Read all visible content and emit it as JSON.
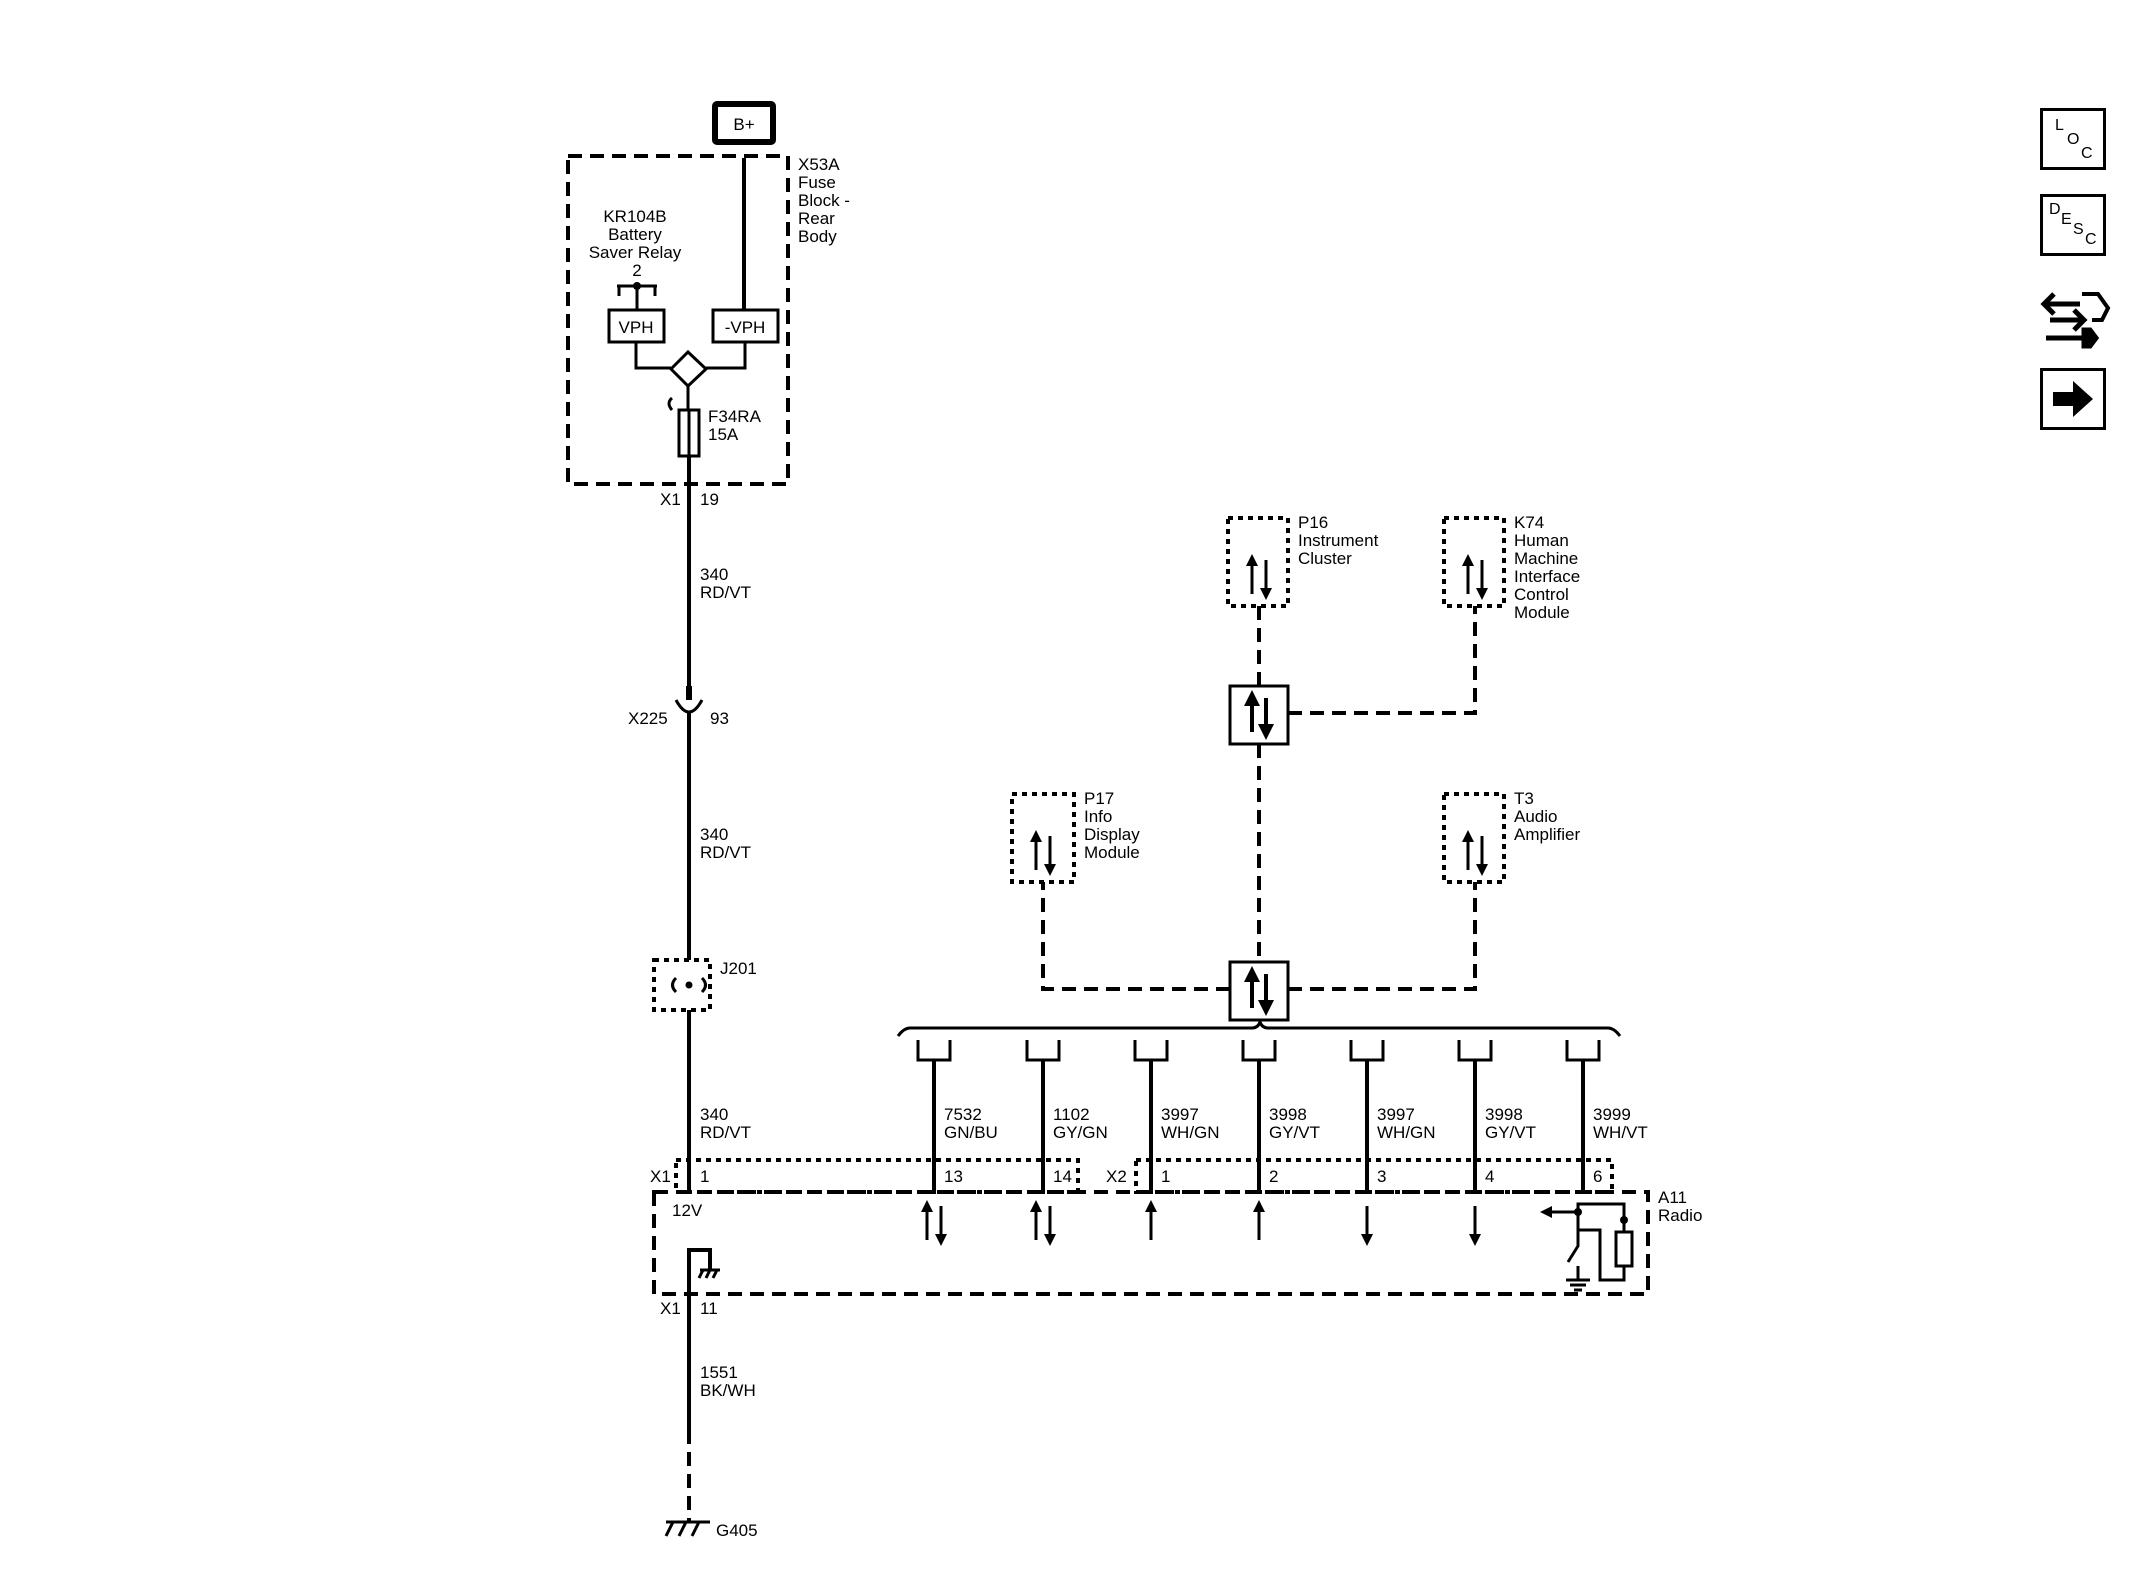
{
  "power": {
    "source": "B+"
  },
  "fuse_block": {
    "ref": "X53A",
    "name": [
      "Fuse",
      "Block -",
      "Rear",
      "Body"
    ]
  },
  "relay": {
    "ref": "KR104B",
    "name": [
      "Battery",
      "Saver Relay"
    ],
    "pin": "2",
    "vph": "VPH",
    "neg_vph": "-VPH"
  },
  "fuse": {
    "ref": "F34RA",
    "rating": "15A"
  },
  "connector_x1_top": {
    "ref": "X1",
    "pin": "19"
  },
  "wire_a": {
    "circuit": "340",
    "color": "RD/VT"
  },
  "inline_connector": {
    "ref": "X225",
    "pin": "93"
  },
  "wire_b": {
    "circuit": "340",
    "color": "RD/VT"
  },
  "splice": {
    "ref": "J201"
  },
  "wire_c": {
    "circuit": "340",
    "color": "RD/VT"
  },
  "radio": {
    "ref": "A11",
    "name": "Radio",
    "x1": "X1",
    "x1_pin_power": "1",
    "power_label": "12V",
    "x2": "X2",
    "ground_connector": "X1",
    "ground_pin": "11"
  },
  "ground_wire": {
    "circuit": "1551",
    "color": "BK/WH"
  },
  "ground": {
    "ref": "G405"
  },
  "modules": {
    "p16": {
      "ref": "P16",
      "name": [
        "Instrument",
        "Cluster"
      ]
    },
    "k74": {
      "ref": "K74",
      "name": [
        "Human",
        "Machine",
        "Interface",
        "Control",
        "Module"
      ]
    },
    "p17": {
      "ref": "P17",
      "name": [
        "Info",
        "Display",
        "Module"
      ]
    },
    "t3": {
      "ref": "T3",
      "name": [
        "Audio",
        "Amplifier"
      ]
    }
  },
  "radio_signals": [
    {
      "circuit": "7532",
      "color": "GN/BU",
      "pin": "13"
    },
    {
      "circuit": "1102",
      "color": "GY/GN",
      "pin": "14"
    },
    {
      "circuit": "3997",
      "color": "WH/GN",
      "pin": "1"
    },
    {
      "circuit": "3998",
      "color": "GY/VT",
      "pin": "2"
    },
    {
      "circuit": "3997",
      "color": "WH/GN",
      "pin": "3"
    },
    {
      "circuit": "3998",
      "color": "GY/VT",
      "pin": "4"
    },
    {
      "circuit": "3999",
      "color": "WH/VT",
      "pin": "6"
    }
  ],
  "sidebar": {
    "loc": [
      "L",
      "O",
      "C"
    ],
    "desc": [
      "D",
      "E",
      "S",
      "C"
    ],
    "tools_icon": "connector-repair-icon",
    "next_icon": "right-arrow-icon"
  }
}
